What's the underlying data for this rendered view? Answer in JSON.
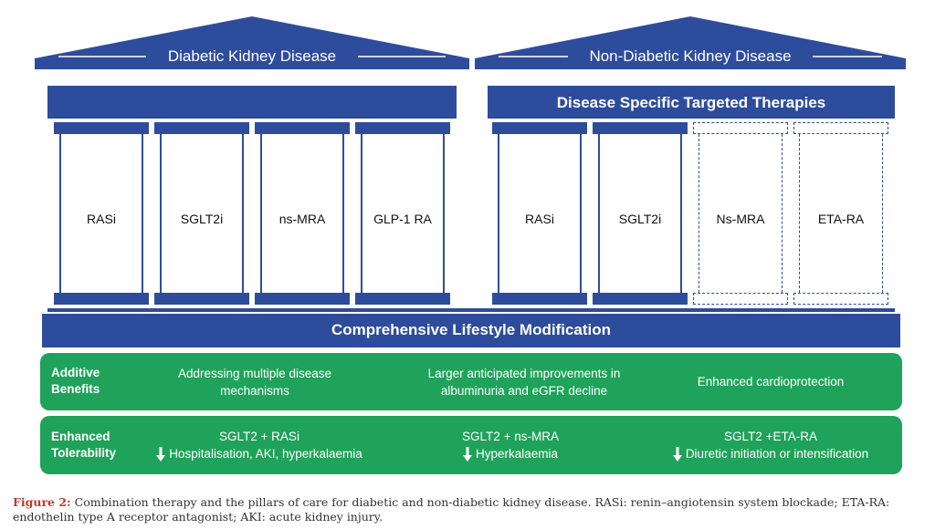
{
  "left_house": {
    "title": "Diabetic Kidney Disease",
    "pillars": [
      "RASi",
      "SGLT2i",
      "ns-MRA",
      "GLP-1 RA"
    ]
  },
  "right_house": {
    "title": "Non-Diabetic Kidney Disease",
    "beam_label": "Disease Specific Targeted Therapies",
    "pillars": [
      "RASi",
      "SGLT2i",
      "Ns-MRA",
      "ETA-RA"
    ]
  },
  "foundation": "Comprehensive Lifestyle Modification",
  "benefits": {
    "heading": [
      "Additive",
      "Benefits"
    ],
    "items": [
      [
        "Addressing multiple disease",
        "mechanisms"
      ],
      [
        "Larger anticipated improvements in",
        "albuminuria and eGFR decline"
      ],
      [
        "Enhanced cardioprotection"
      ]
    ]
  },
  "tolerability": {
    "heading": [
      "Enhanced",
      "Tolerability"
    ],
    "items": [
      {
        "combo": "SGLT2 + RASi",
        "effect": "Hospitalisation, AKI, hyperkalaemia"
      },
      {
        "combo": "SGLT2 + ns-MRA",
        "effect": "Hyperkalaemia"
      },
      {
        "combo": "SGLT2 +ETA-RA",
        "effect": "Diuretic initiation or intensification"
      }
    ]
  },
  "caption": {
    "label": "Figure 2:",
    "text": "Combination therapy and the pillars of care for diabetic and non-diabetic kidney disease. RASi: renin–angiotensin system blockade; ETA-RA: endothelin type A receptor antagonist; AKI: acute kidney injury."
  },
  "colors": {
    "navy": "#2e4c9c",
    "green": "#1fa35a",
    "caption_red": "#c0392b"
  },
  "icons": {
    "down_arrow": "down-arrow-icon"
  }
}
